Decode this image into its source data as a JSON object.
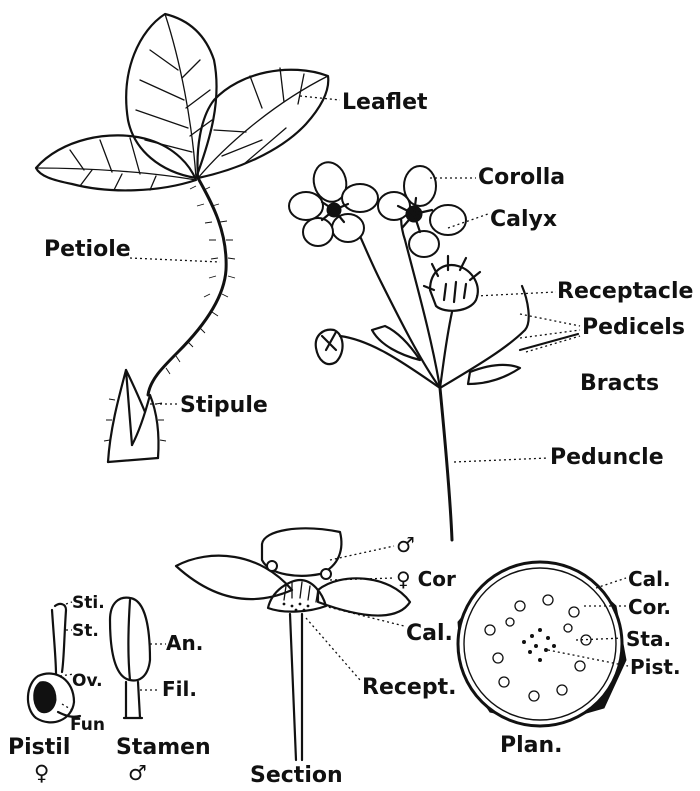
{
  "labels": {
    "leaflet": "Leaflet",
    "petiole": "Petiole",
    "stipule": "Stipule",
    "corolla": "Corolla",
    "calyx": "Calyx",
    "receptacle": "Receptacle",
    "pedicels": "Pedicels",
    "bracts": "Bracts",
    "peduncle": "Peduncle",
    "male_symbol": "♂",
    "cor": "♀ Cor",
    "cal_section": "Cal.",
    "recept": "Recept.",
    "sti": "Sti.",
    "st": "St.",
    "ov": "Ov.",
    "fun": "Fun",
    "an": "An.",
    "fil": "Fil.",
    "plan_cal": "Cal.",
    "plan_cor": "Cor.",
    "plan_sta": "Sta.",
    "plan_pist": "Pist."
  },
  "captions": {
    "pistil": "Pistil",
    "pistil_symbol": "♀",
    "stamen": "Stamen",
    "stamen_symbol": "♂",
    "section": "Section",
    "plan": "Plan."
  }
}
